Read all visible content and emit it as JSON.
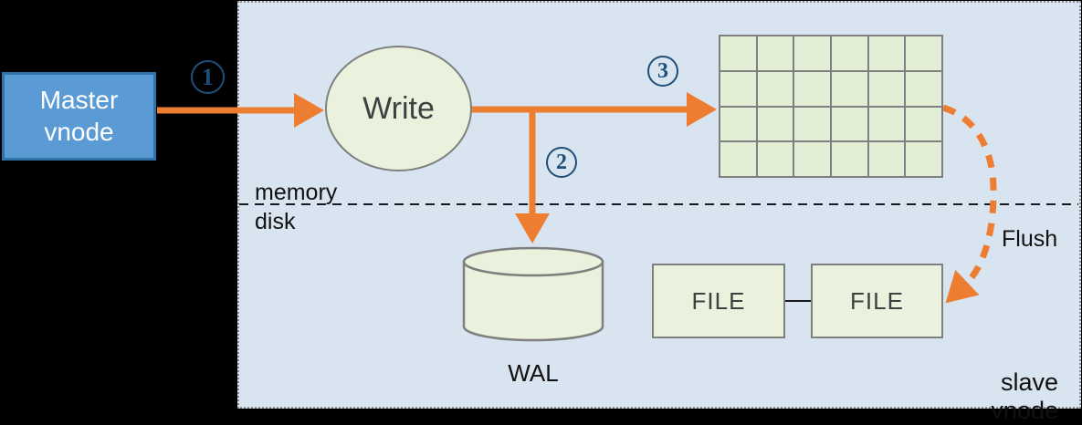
{
  "colors": {
    "background": "#000000",
    "panel_fill": "#d9e4f1",
    "panel_border": "#8c8c8c",
    "master_fill": "#5b9bd5",
    "master_border": "#2e74a8",
    "node_fill": "#eaf1dd",
    "cell_fill": "#e3eed7",
    "node_border": "#7f7f7f",
    "arrow_orange": "#ed7d31",
    "step_badge": "#1f4e79",
    "text_dark": "#404040",
    "line_black": "#1a1a1a"
  },
  "nodes": {
    "master": {
      "label": "Master vnode"
    },
    "write": {
      "label": "Write"
    },
    "wal": {
      "label": "WAL"
    },
    "file1": {
      "label": "FILE"
    },
    "file2": {
      "label": "FILE"
    }
  },
  "labels": {
    "memory": "memory",
    "disk": "disk",
    "flush": "Flush",
    "slave": "slave vnode"
  },
  "steps": [
    {
      "num": "1"
    },
    {
      "num": "2"
    },
    {
      "num": "3"
    }
  ],
  "grid": {
    "rows": 4,
    "cols": 6
  }
}
